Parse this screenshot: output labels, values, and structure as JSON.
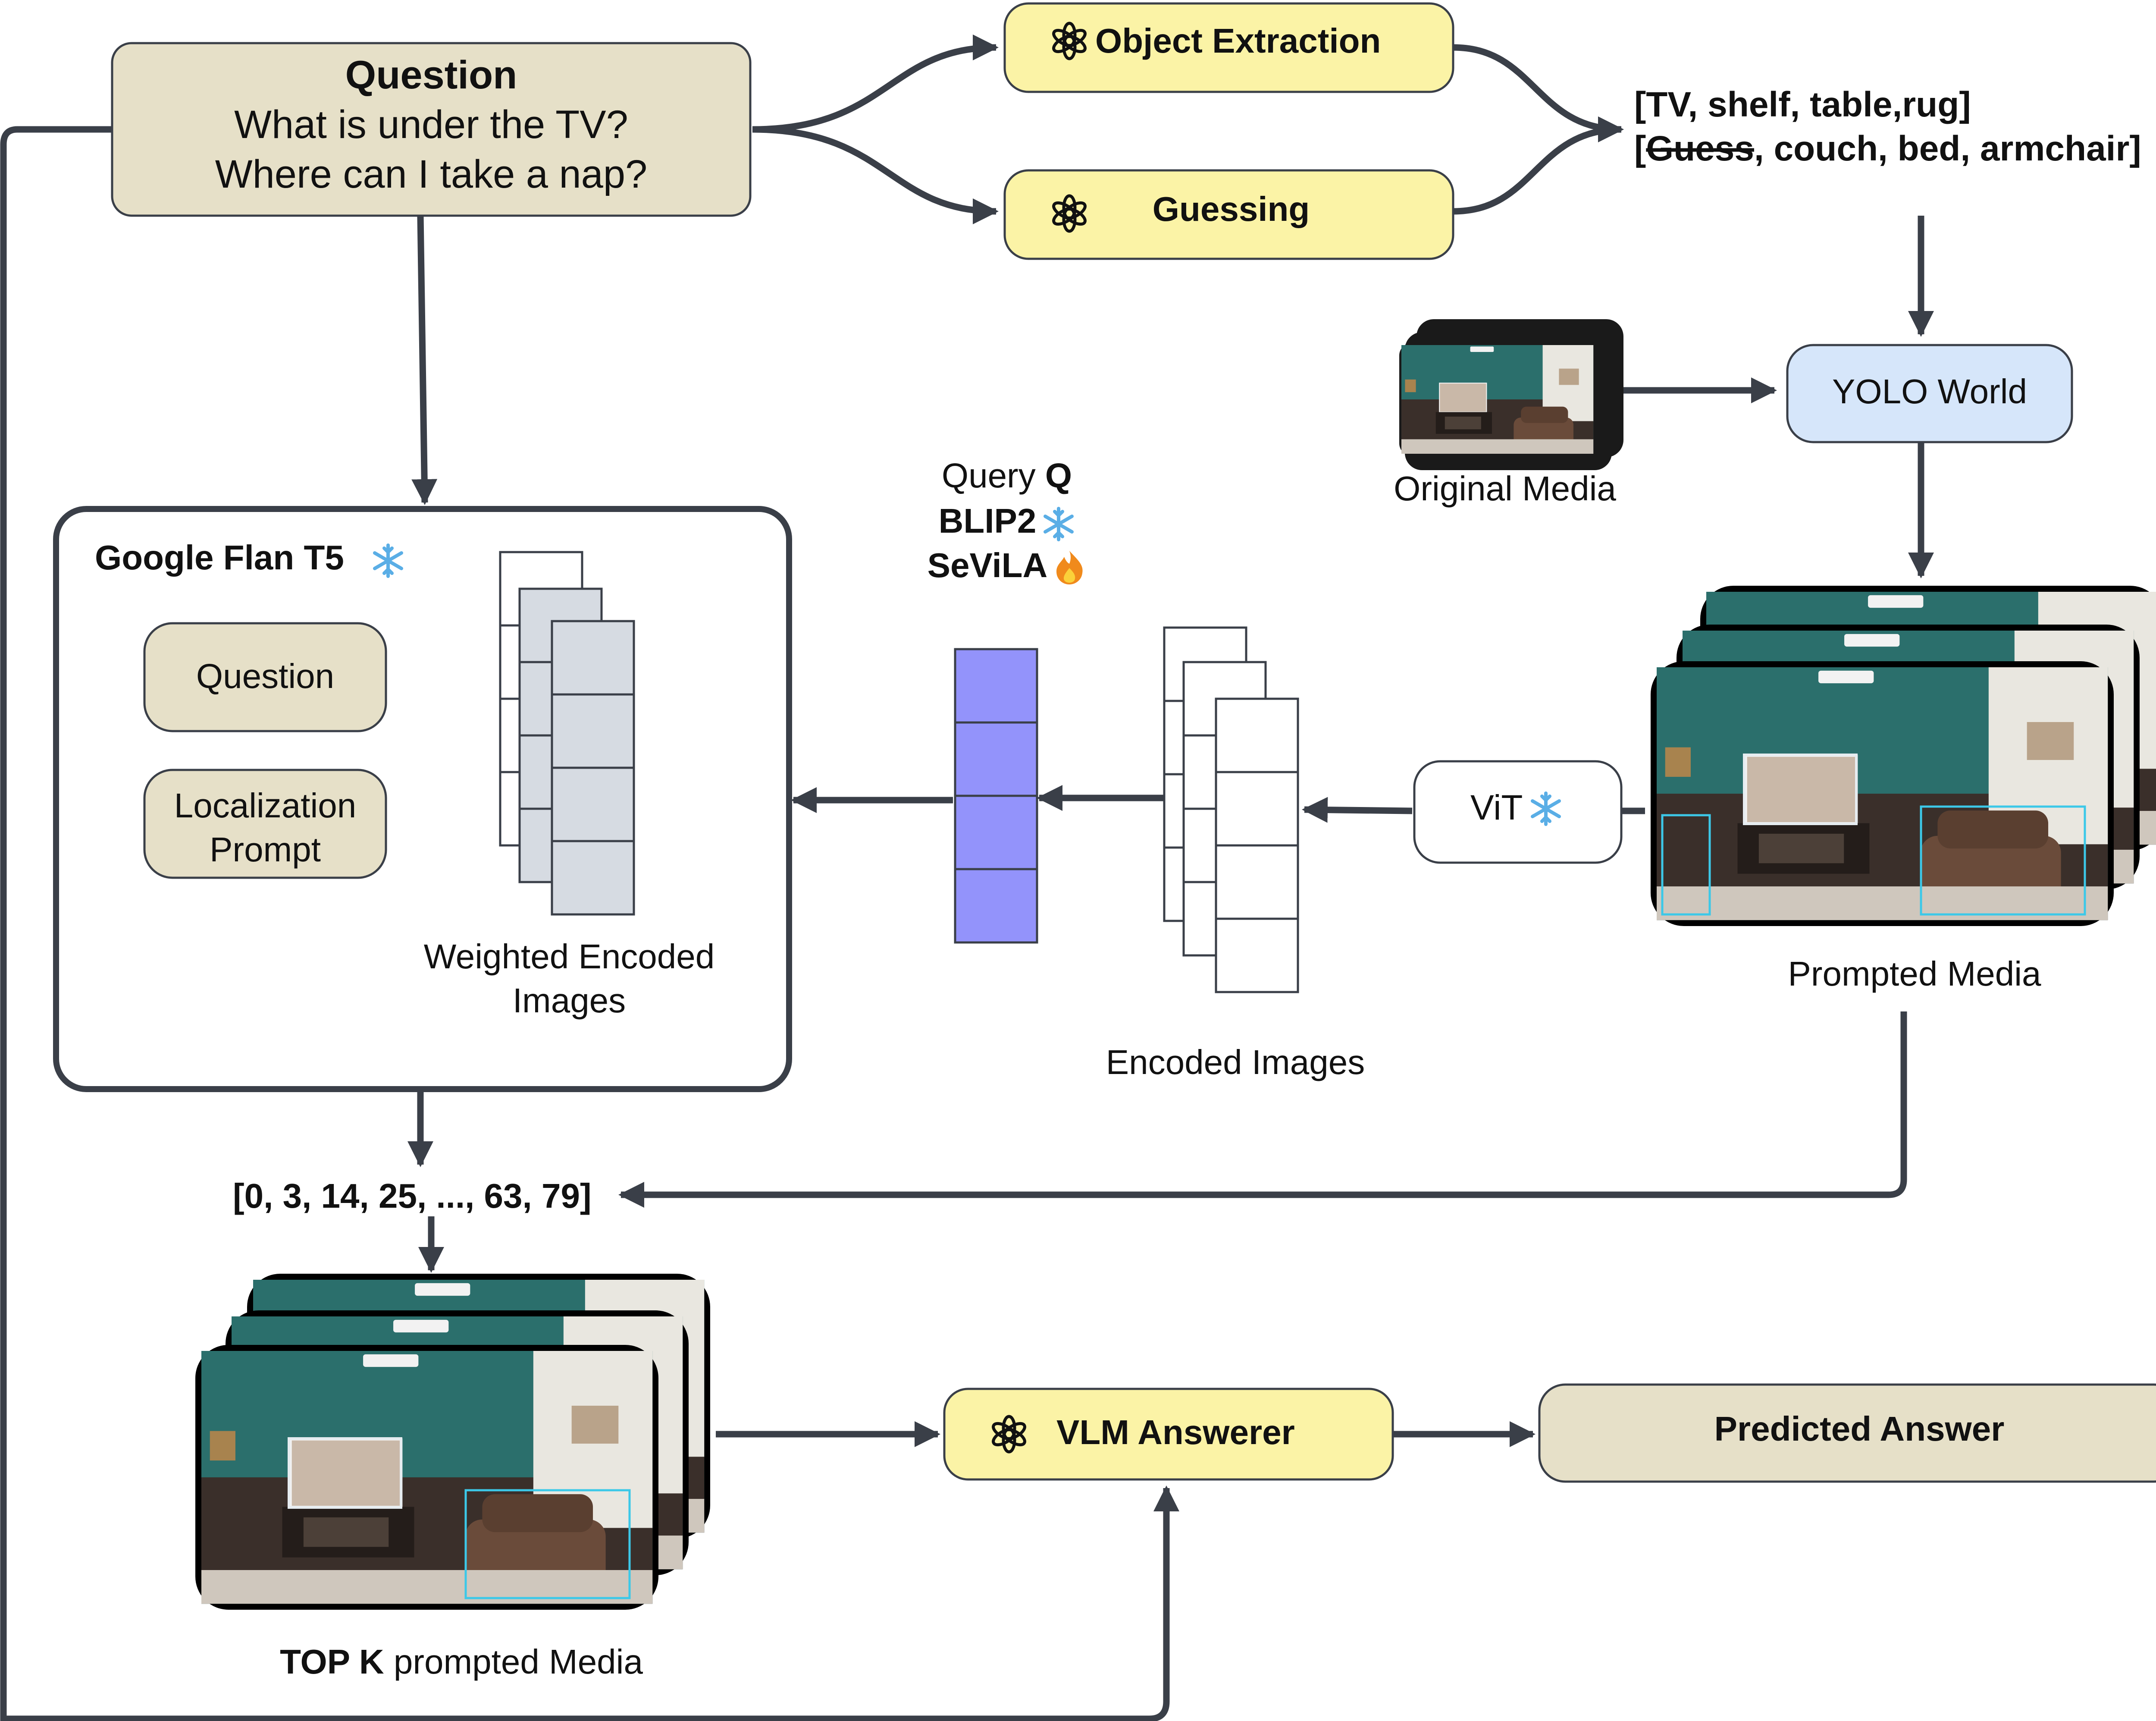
{
  "question_box": {
    "title": "Question",
    "line1": "What is under the TV?",
    "line2": "Where can I take a nap?"
  },
  "object_extraction": {
    "label": "Object Extraction"
  },
  "guessing": {
    "label": "Guessing"
  },
  "object_list": {
    "line1": "[TV, shelf, table,rug]",
    "line2_open": "[",
    "line2_strike": "Guess",
    "line2_rest": ", couch, bed, armchair]"
  },
  "original_media": {
    "label": "Original Media"
  },
  "yolo_world": {
    "label": "YOLO World"
  },
  "prompted_media": {
    "label": "Prompted Media"
  },
  "vit": {
    "label": "ViT"
  },
  "encoded_images": {
    "label": "Encoded Images"
  },
  "query": {
    "line1_normal": "Query ",
    "line1_bold": "Q",
    "line2": "BLIP2",
    "line3": "SeViLA"
  },
  "flan_t5": {
    "title": "Google Flan T5",
    "question_label": "Question",
    "localization_line1": "Localization",
    "localization_line2": "Prompt",
    "weighted_line1": "Weighted Encoded",
    "weighted_line2": "Images"
  },
  "indices": {
    "label": "[0, 3, 14, 25, ..., 63, 79]"
  },
  "top_k": {
    "bold": "TOP K",
    "rest": " prompted Media"
  },
  "vlm_answerer": {
    "label": "VLM Answerer"
  },
  "predicted_answer": {
    "label": "Predicted Answer"
  },
  "icons": {
    "gpt": "openai-logo-icon",
    "frozen": "snowflake-icon",
    "trainable": "fire-icon"
  },
  "colors": {
    "tan_node": "#e6e0c8",
    "yellow_node": "#fbf3a6",
    "blue_node": "#d6e6fa",
    "purple_query": "#9393fb",
    "connector": "#3a3f48",
    "snowflake": "#5aaee6",
    "fire": "#f08a1c"
  }
}
